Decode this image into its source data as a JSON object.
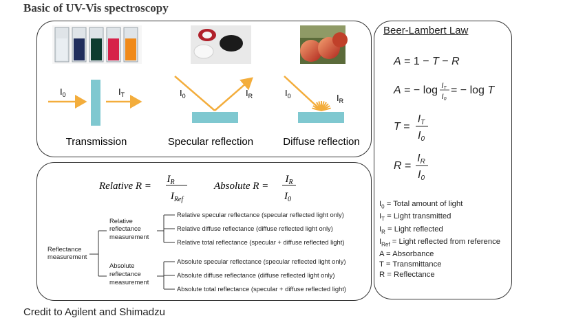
{
  "title": "Basic of UV-Vis spectroscopy",
  "credit": "Credit to Agilent and Shimadzu",
  "top_panel": {
    "modes": [
      {
        "label": "Transmission",
        "i_in": "I",
        "i_in_sub": "0",
        "i_out": "I",
        "i_out_sub": "T"
      },
      {
        "label": "Specular reflection",
        "i_in": "I",
        "i_in_sub": "0",
        "i_out": "I",
        "i_out_sub": "R"
      },
      {
        "label": "Diffuse reflection",
        "i_in": "I",
        "i_in_sub": "0",
        "i_out": "I",
        "i_out_sub": "R"
      }
    ]
  },
  "middle_panel": {
    "relative_eq": {
      "lhs": "Relative R =",
      "num": "I",
      "num_sub": "R",
      "den": "I",
      "den_sub": "Ref"
    },
    "absolute_eq": {
      "lhs": "Absolute R =",
      "num": "I",
      "num_sub": "R",
      "den": "I",
      "den_sub": "0"
    },
    "root": [
      "Reflectance",
      "measurement"
    ],
    "relative_branch": [
      "Relative",
      "reflectance",
      "measurement"
    ],
    "absolute_branch": [
      "Absolute",
      "reflectance",
      "measurement"
    ],
    "relative_items": [
      "Relative specular reflectance (specular reflected light only)",
      "Relative diffuse reflectance  (diffuse reflected light only)",
      "Relative total reflectance  (specular + diffuse reflected light)"
    ],
    "absolute_items": [
      "Absolute specular reflectance (specular reflected light only)",
      "Absolute diffuse reflectance (diffuse reflected light only)",
      "Absolute total reflectance (specular + diffuse reflected light)"
    ]
  },
  "beer_lambert": {
    "title": "Beer-Lambert Law",
    "legend": [
      {
        "sym": "I",
        "sub": "0",
        "text": " = Total amount of light"
      },
      {
        "sym": "I",
        "sub": "T",
        "text": " = Light transmitted"
      },
      {
        "sym": "I",
        "sub": "R",
        "text": " = Light reflected"
      },
      {
        "sym": "I",
        "sub": "Ref",
        "text": " = Light reflected from reference"
      },
      {
        "sym": "A",
        "sub": "",
        "text": " = Absorbance"
      },
      {
        "sym": "T",
        "sub": "",
        "text": " = Transmittance"
      },
      {
        "sym": "R",
        "sub": "",
        "text": " = Reflectance"
      }
    ]
  },
  "colors": {
    "arrow": "#f3ad3c",
    "sample": "#7fc8d0",
    "cuvettes": [
      "#e9eef2",
      "#1f2d5c",
      "#0e3d2f",
      "#d6224a",
      "#f08a1a"
    ]
  }
}
